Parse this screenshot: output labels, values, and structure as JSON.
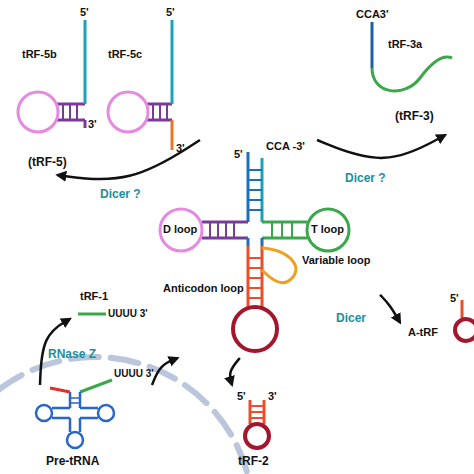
{
  "diagram": {
    "nodes": [
      {
        "text": [
          "(tRF-5)"
        ]
      },
      {
        "text": [
          "tRF-5b"
        ],
        "in": 0
      },
      {
        "text": [
          "tRF-5c"
        ],
        "in": 0
      },
      {
        "text": [
          "(tRF-3)"
        ]
      },
      {
        "text": [
          "tRF-3a"
        ],
        "in": 3
      },
      {
        "text": [
          "D loop",
          "T loop",
          "Variable loop",
          "Anticodon loop"
        ]
      },
      {
        "text": [
          "A-tRF"
        ]
      },
      {
        "text": [
          "tRF-2"
        ]
      },
      {
        "text": [
          "tRF-1"
        ]
      },
      {
        "text": [
          "Pre-tRNA"
        ]
      }
    ],
    "edges": [
      {
        "from": 5,
        "to": 0,
        "label": "Dicer ?",
        "arrow": "to"
      },
      {
        "from": 5,
        "to": 3,
        "label": "Dicer ?",
        "arrow": "to"
      },
      {
        "from": 5,
        "to": 6,
        "label": "Dicer",
        "arrow": "to"
      },
      {
        "from": 5,
        "to": 7,
        "arrow": "to"
      },
      {
        "from": 9,
        "to": 8,
        "label": "RNase Z",
        "arrow": "to"
      },
      {
        "from": 9,
        "to": 5,
        "arrow": "to"
      }
    ],
    "labels": [
      "5'",
      "3'",
      "5'",
      "3'",
      "CCA3'",
      "5'",
      "CCA -3'",
      "5'",
      "5'",
      "3'",
      "UUUU 3'",
      "UUUU 3'"
    ]
  }
}
